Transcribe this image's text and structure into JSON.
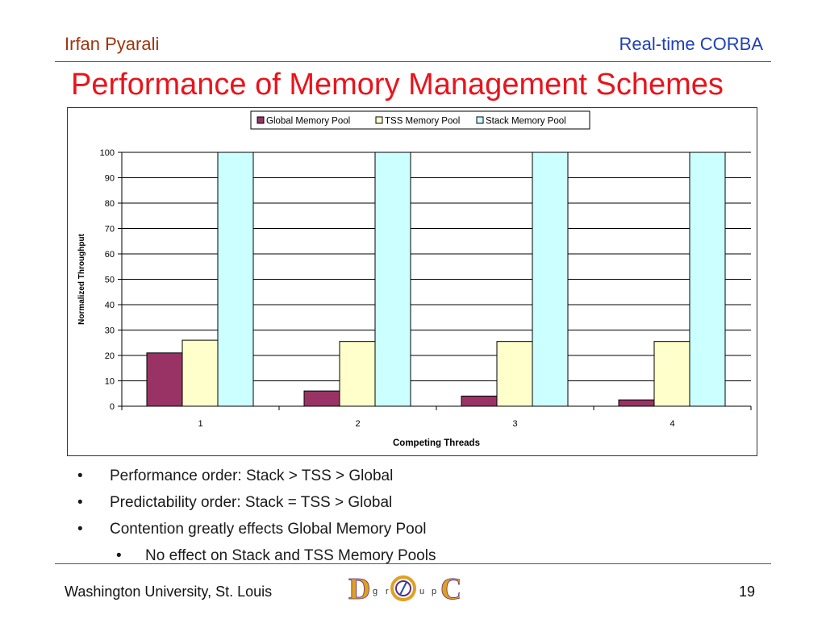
{
  "header": {
    "author": "Irfan Pyarali",
    "topic": "Real-time CORBA"
  },
  "title": "Performance of Memory Management Schemes",
  "chart_data": {
    "type": "bar",
    "categories": [
      "1",
      "2",
      "3",
      "4"
    ],
    "series": [
      {
        "name": "Global Memory Pool",
        "values": [
          21,
          6,
          4,
          2.5
        ],
        "color": "#993366"
      },
      {
        "name": "TSS Memory Pool",
        "values": [
          26,
          25.5,
          25.5,
          25.5
        ],
        "color": "#ffffcc"
      },
      {
        "name": "Stack Memory Pool",
        "values": [
          100,
          100,
          100,
          100
        ],
        "color": "#ccffff"
      }
    ],
    "xlabel": "Competing Threads",
    "ylabel": "Normalized Throughput",
    "ylim": [
      0,
      100
    ],
    "yticks": [
      "0",
      "10",
      "20",
      "30",
      "40",
      "50",
      "60",
      "70",
      "80",
      "90",
      "100"
    ],
    "grid": true,
    "legend": "top"
  },
  "bullets": [
    "Performance order: Stack > TSS > Global",
    "Predictability order: Stack = TSS > Global",
    "Contention greatly effects Global Memory Pool"
  ],
  "sub_bullets": [
    "No effect on Stack and TSS Memory Pools"
  ],
  "bullet_glyph": "•",
  "footer": {
    "institution": "Washington University, St. Louis",
    "page": "19"
  },
  "logo": {
    "big_letters": [
      "D",
      "C"
    ],
    "small_letters": [
      "g",
      "r",
      "u",
      "p"
    ],
    "colors": {
      "gold": "#e0a020",
      "purple": "#5a2d82",
      "blue": "#2a4fa0"
    }
  }
}
